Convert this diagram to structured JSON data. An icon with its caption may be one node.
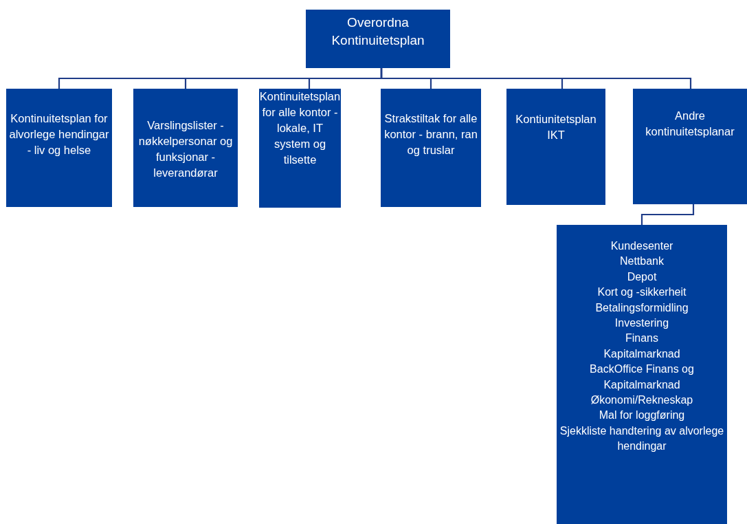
{
  "diagram": {
    "nodes": [
      {
        "text": [
          "Overordna Kontinuitetsplan"
        ]
      },
      {
        "text": [
          "Kontinuitetsplan for alvorlege hendingar - liv og helse"
        ]
      },
      {
        "text": [
          "Varslingslister - nøkkelpersonar og funksjonar - leverandørar"
        ]
      },
      {
        "text": [
          "Kontinuitetsplan for alle kontor - lokale, IT system og tilsette"
        ]
      },
      {
        "text": [
          "Strakstiltak for alle kontor - brann, ran og truslar"
        ]
      },
      {
        "text": [
          "Kontiunitetsplan IKT"
        ]
      },
      {
        "text": [
          "Andre kontinuitetsplanar"
        ]
      },
      {
        "text": [
          "Kundesenter",
          "Nettbank",
          "Depot",
          "Kort og -sikkerheit",
          "Betalingsformidling",
          "Investering",
          "Finans",
          "Kapitalmarknad",
          "BackOffice Finans og Kapitalmarknad",
          "Økonomi/Rekneskap",
          "Mal for loggføring",
          "Sjekkliste handtering av alvorlege hendingar"
        ]
      }
    ],
    "edges": [
      {
        "from": 0,
        "to": 1,
        "arrow": "none"
      },
      {
        "from": 0,
        "to": 2,
        "arrow": "none"
      },
      {
        "from": 0,
        "to": 3,
        "arrow": "none"
      },
      {
        "from": 0,
        "to": 4,
        "arrow": "none"
      },
      {
        "from": 0,
        "to": 5,
        "arrow": "none"
      },
      {
        "from": 0,
        "to": 6,
        "arrow": "none"
      },
      {
        "from": 6,
        "to": 7,
        "arrow": "none"
      }
    ]
  }
}
